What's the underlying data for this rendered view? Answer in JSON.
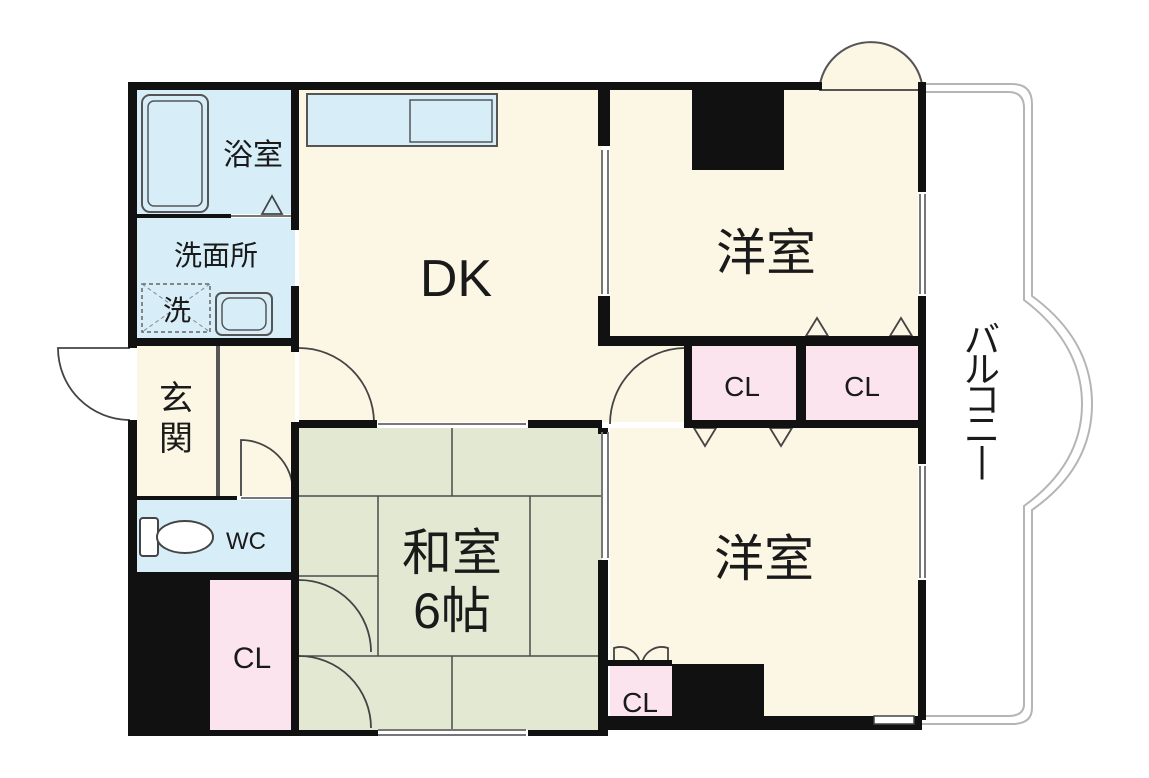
{
  "rooms": {
    "bath": "浴室",
    "washroom": "洗面所",
    "washer": "洗",
    "entrance": "玄関",
    "wc": "WC",
    "dk": "DK",
    "western_top": "洋室",
    "western_bottom": "洋室",
    "closet_mid_left": "CL",
    "closet_mid_right": "CL",
    "washitsu_name": "和室",
    "washitsu_size": "6帖",
    "closet_left": "CL",
    "closet_bottom": "CL",
    "balcony": "バルコニー"
  },
  "colors": {
    "wall": "#111111",
    "floor": "#fcf6e4",
    "water": "#d7eef9",
    "tatami": "#e2e8d2",
    "closet": "#fbe4ee"
  }
}
